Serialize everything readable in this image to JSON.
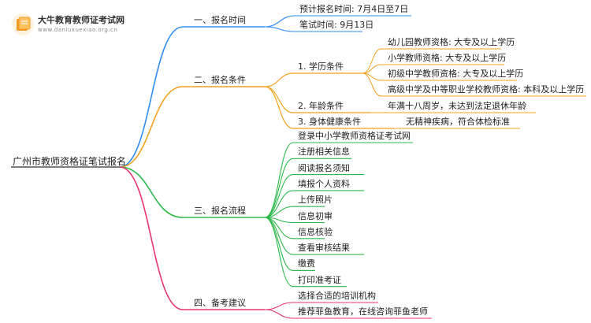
{
  "logo": {
    "title": "大牛教育教师证考试网",
    "url": "www.daniuxuexiao.org.cn",
    "color": "#f29b26"
  },
  "colors": {
    "blue": "#2e8ef3",
    "orange": "#f2a11f",
    "green": "#2fb84c",
    "pink": "#e8336f"
  },
  "root": "广州市教师资格证笔试报名",
  "sections": [
    {
      "label": "一、报名时间",
      "items": [
        "预计报名时间: 7月4日至7日",
        "笔试时间: 9月13日"
      ]
    },
    {
      "label": "二、报名条件",
      "items": [
        {
          "label": "1. 学历条件",
          "items": [
            "幼儿园教师资格: 大专及以上学历",
            "小学教师资格: 大专及以上学历",
            "初级中学教师资格: 大专及以上学历",
            "高级中学及中等职业学校教师资格: 本科及以上学历"
          ]
        },
        {
          "label": "2. 年龄条件",
          "items": [
            "年满十八周岁，未达到法定退休年龄"
          ]
        },
        {
          "label": "3. 身体健康条件",
          "items": [
            "无精神疾病，符合体检标准"
          ]
        }
      ]
    },
    {
      "label": "三、报名流程",
      "items": [
        "登录中小学教师资格证考试网",
        "注册相关信息",
        "阅读报名须知",
        "填报个人资料",
        "上传照片",
        "信息初审",
        "信息核验",
        "查看审核结果",
        "缴费",
        "打印准考证"
      ]
    },
    {
      "label": "四、备考建议",
      "items": [
        "选择合适的培训机构",
        "推荐菲鱼教育，在线咨询菲鱼老师"
      ]
    }
  ]
}
